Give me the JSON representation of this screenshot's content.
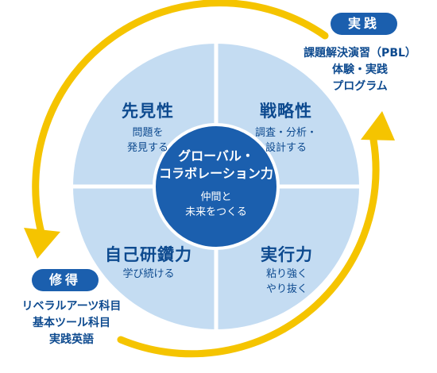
{
  "colors": {
    "quadrant_fill": "#c4dcf2",
    "center_fill": "#1b5fae",
    "arrow": "#f5c400",
    "text_dark": "#0d4a8f"
  },
  "quadrants": {
    "top_left": {
      "title": "先見性",
      "desc": [
        "問題を",
        "発見する"
      ]
    },
    "top_right": {
      "title": "戦略性",
      "desc": [
        "調査・分析・",
        "設計する"
      ]
    },
    "bottom_left": {
      "title": "自己研鑽力",
      "desc": [
        "学び続ける"
      ]
    },
    "bottom_right": {
      "title": "実行力",
      "desc": [
        "粘り強く",
        "やり抜く"
      ]
    }
  },
  "center": {
    "title": [
      "グローバル・",
      "コラボレーション力"
    ],
    "desc": [
      "仲間と",
      "未来をつくる"
    ]
  },
  "practice": {
    "label": "実践",
    "items": [
      "課題解決演習（PBL）",
      "体験・実践",
      "プログラム"
    ]
  },
  "study": {
    "label": "修得",
    "items": [
      "リベラルアーツ科目",
      "基本ツール科目",
      "実践英語"
    ]
  }
}
